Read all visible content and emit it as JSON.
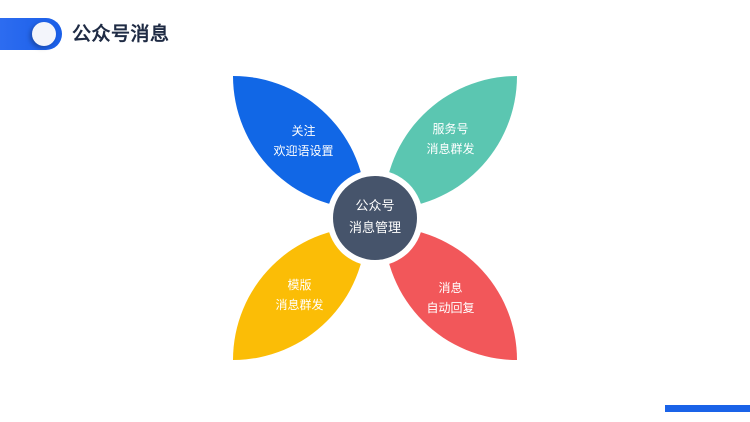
{
  "header": {
    "title": "公众号消息",
    "badge_color": "#2d6cf0"
  },
  "diagram": {
    "center": {
      "line1": "公众号",
      "line2": "消息管理",
      "color": "#46546b"
    },
    "petals": [
      {
        "line1": "关注",
        "line2": "欢迎语设置",
        "color": "#1167e6"
      },
      {
        "line1": "服务号",
        "line2": "消息群发",
        "color": "#5bc6b1"
      },
      {
        "line1": "模版",
        "line2": "消息群发",
        "color": "#fbbd06"
      },
      {
        "line1": "消息",
        "line2": "自动回复",
        "color": "#f2575a"
      }
    ]
  },
  "accent_color": "#1a63e8"
}
